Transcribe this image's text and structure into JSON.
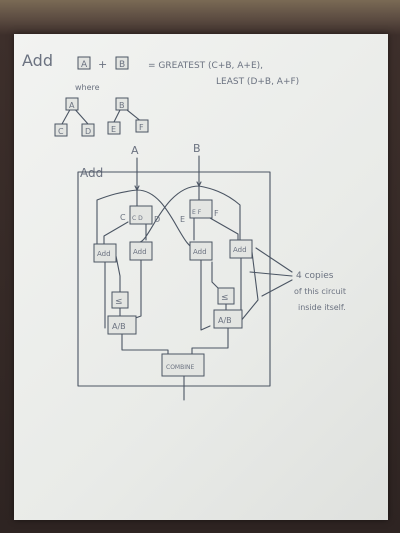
{
  "title": "Add",
  "equation": {
    "lhs_a": "A",
    "plus": "+",
    "lhs_b": "B",
    "rhs_line1": "= GREATEST (C+B, A+E),",
    "rhs_line2": "LEAST (D+B, A+F)"
  },
  "where_label": "where",
  "tree_a": {
    "root": "A",
    "left": "C",
    "right": "D"
  },
  "tree_b": {
    "root": "B",
    "left": "E",
    "right": "F"
  },
  "circuit": {
    "title": "Add",
    "input_a": "A",
    "input_b": "B",
    "split_a": {
      "label": "C D",
      "c": "C",
      "d": "D"
    },
    "split_b": {
      "label": "E F",
      "e": "E",
      "f": "F"
    },
    "add_boxes": [
      "Add",
      "Add",
      "Add",
      "Add"
    ],
    "compare_left": "≤",
    "compare_right": "≤",
    "select_left": "A/B",
    "select_right": "A/B",
    "combine": "COMBINE"
  },
  "annotation": {
    "line1": "4 copies",
    "line2": "of this circuit",
    "line3": "inside itself."
  }
}
